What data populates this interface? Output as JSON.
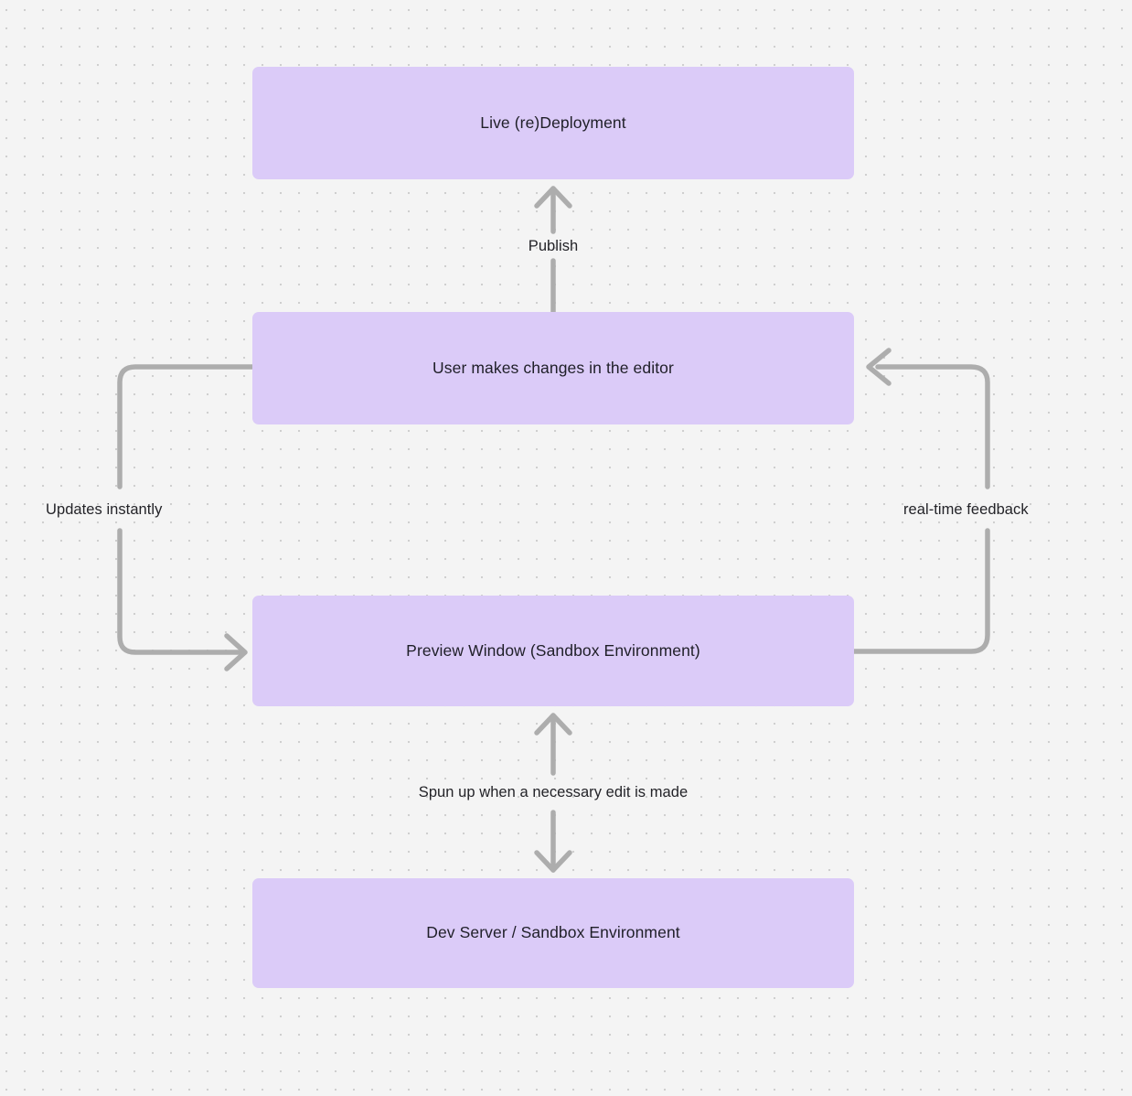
{
  "diagram": {
    "type": "flowchart",
    "background_color": "#f4f4f4",
    "grid": "dotted",
    "node_fill_color": "#dbcbf8",
    "edge_color": "#adadad",
    "text_color": "#1f1f28",
    "nodes": [
      {
        "id": "live-deployment",
        "label": "Live (re)Deployment"
      },
      {
        "id": "user-edits",
        "label": "User makes changes in the editor"
      },
      {
        "id": "preview-window",
        "label": "Preview Window (Sandbox Environment)"
      },
      {
        "id": "dev-server",
        "label": "Dev Server / Sandbox Environment"
      }
    ],
    "edges": [
      {
        "id": "publish",
        "label": "Publish",
        "from": "user-edits",
        "to": "live-deployment",
        "direction": "up"
      },
      {
        "id": "updates-instantly",
        "label": "Updates instantly",
        "from": "user-edits",
        "to": "preview-window",
        "direction": "left-loop"
      },
      {
        "id": "real-time-feedback",
        "label": "real-time feedback",
        "from": "preview-window",
        "to": "user-edits",
        "direction": "right-loop"
      },
      {
        "id": "spun-up",
        "label": "Spun up when a necessary edit is made",
        "from": "preview-window",
        "to": "dev-server",
        "direction": "bidirectional"
      }
    ]
  }
}
